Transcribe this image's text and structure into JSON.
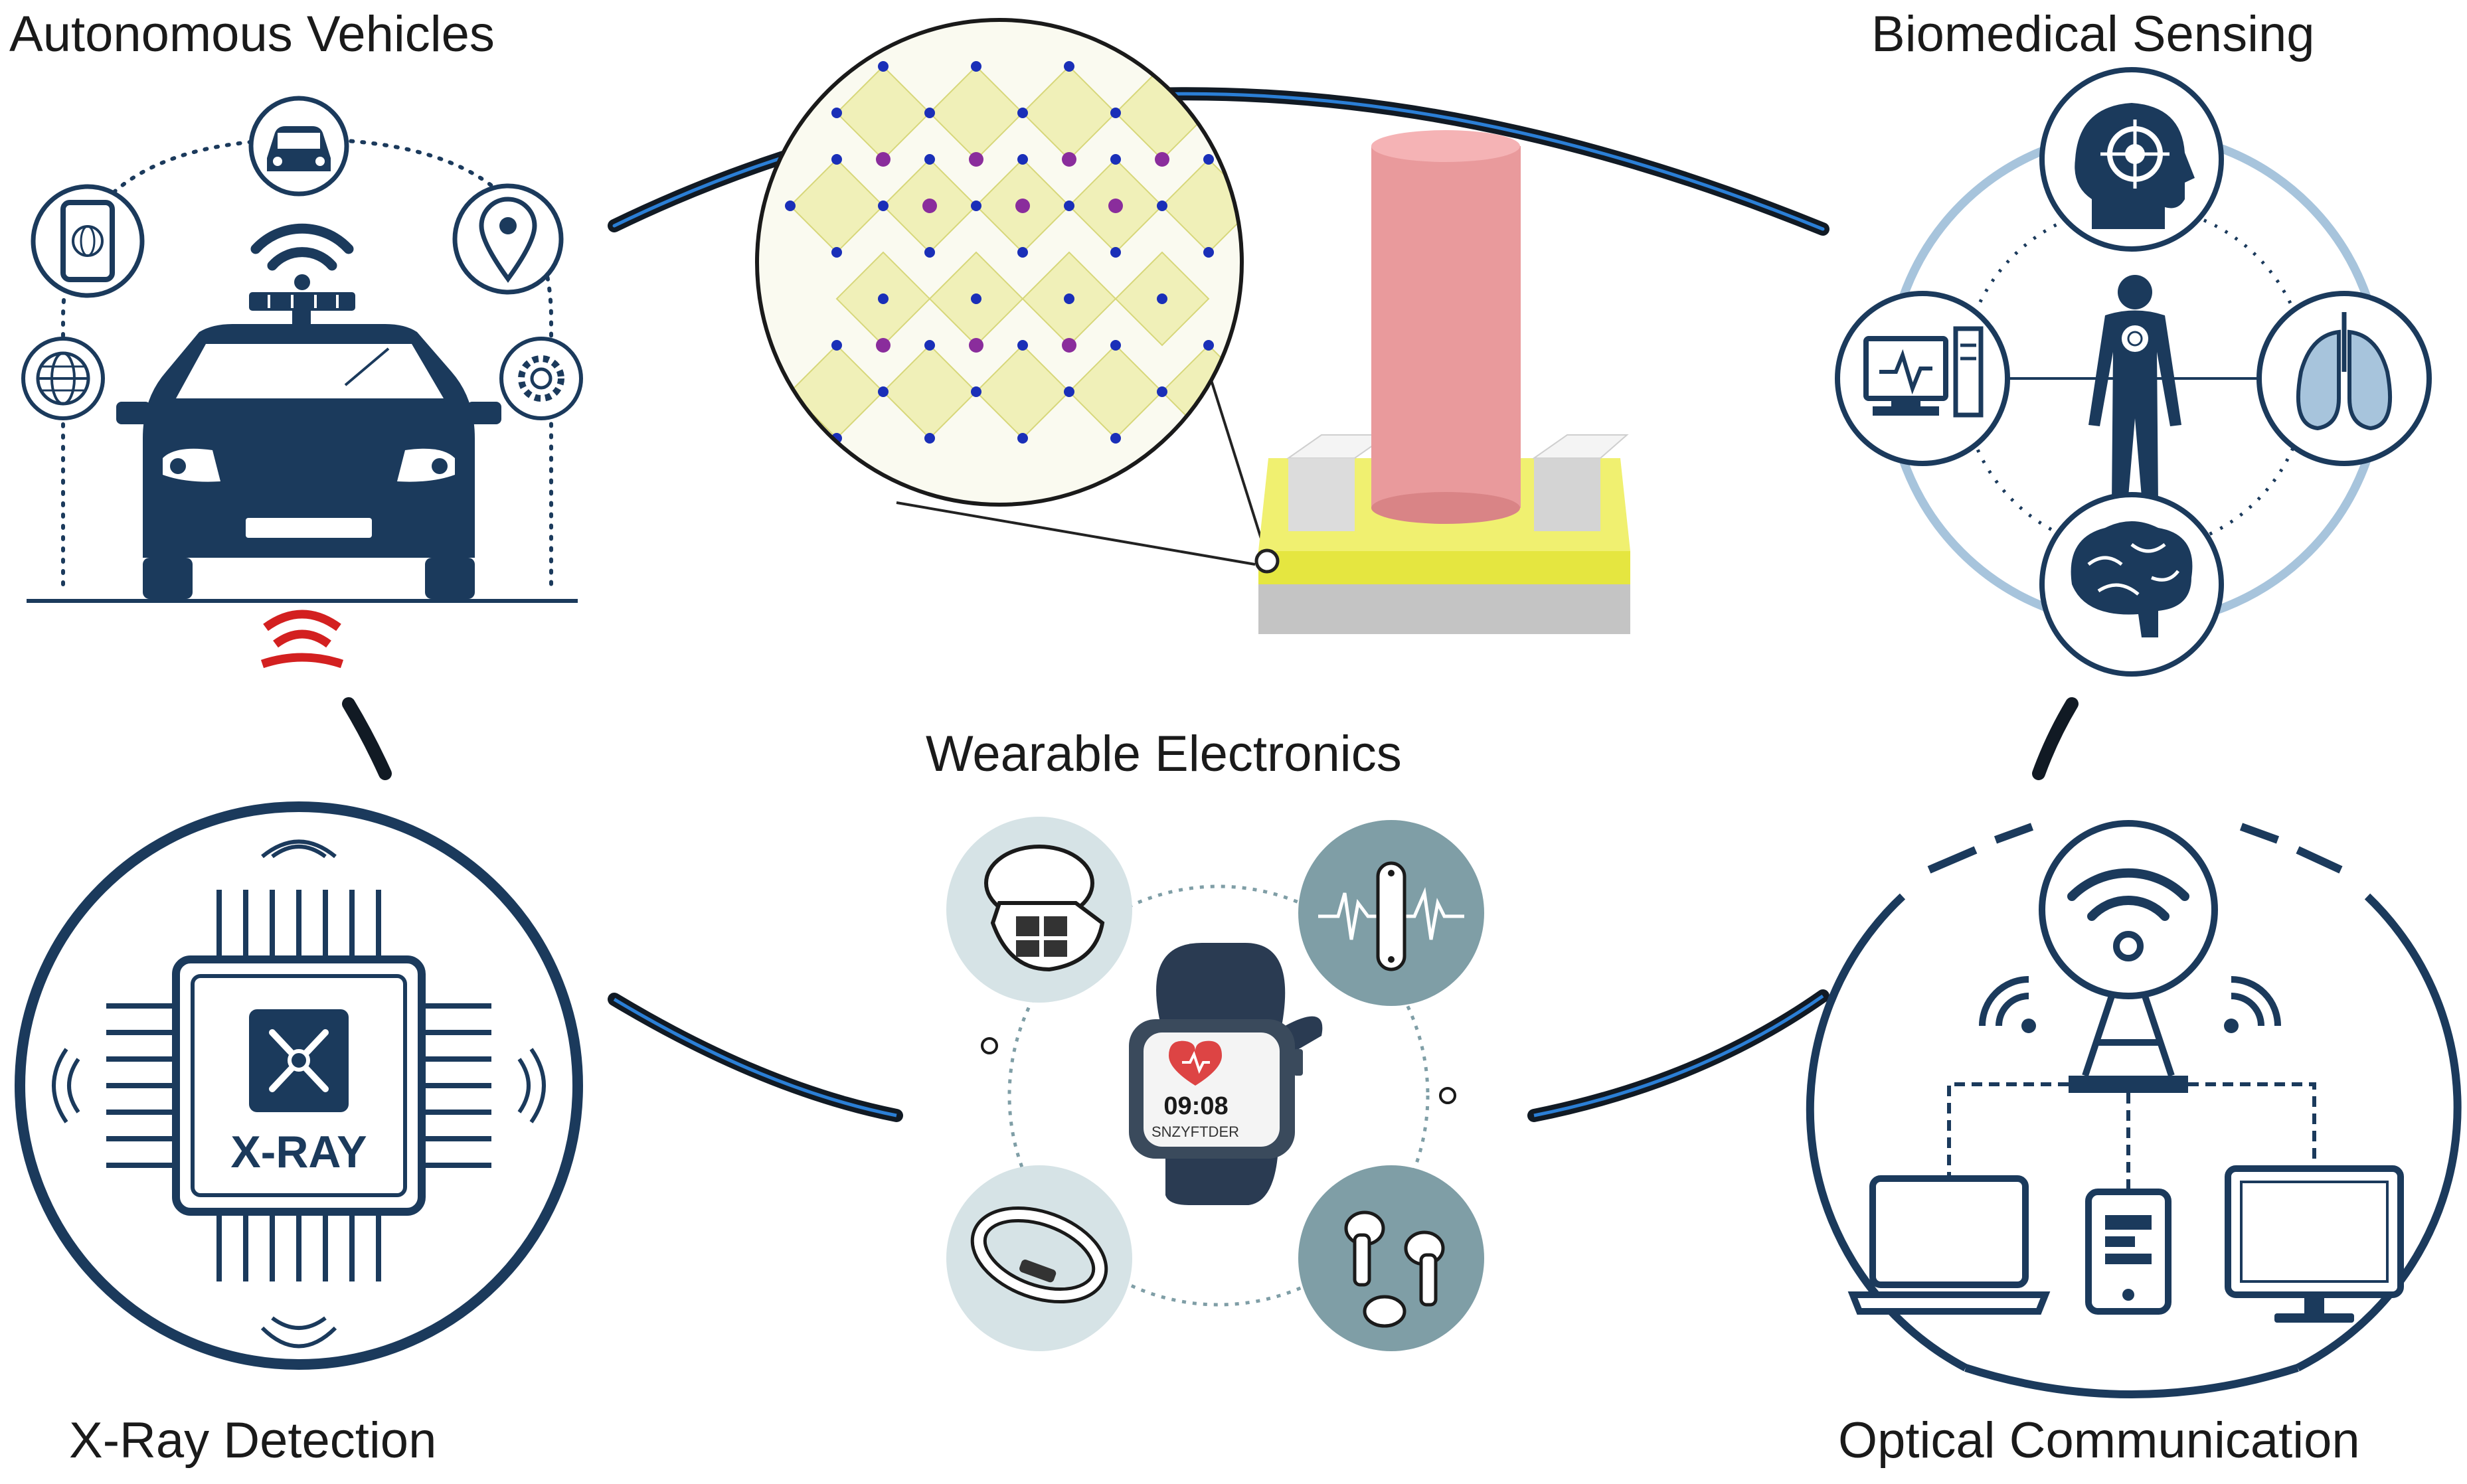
{
  "labels": {
    "autonomous": "Autonomous Vehicles",
    "biomedical": "Biomedical Sensing",
    "wearable": "Wearable Electronics",
    "xray": "X-Ray Detection",
    "optical": "Optical Communication"
  },
  "xray_chip_text": "X-RAY",
  "watch": {
    "time": "09:08",
    "subtext": "SNZYFTDER"
  },
  "colors": {
    "navy": "#1b3a5c",
    "ring": "#111a24",
    "ring_accent": "#2b7fd6",
    "lightblue": "#a7c4dc",
    "teal": "#7f9ea6",
    "pale": "#d6e3e6",
    "crystal": "#e8e88a",
    "atom_blue": "#1a2fb8",
    "atom_purple": "#8a2d9c",
    "pillar": "#e99a9c",
    "substrate": "#e5e640",
    "radar_red": "#d32020"
  },
  "icons": [
    "car-icon",
    "wifi-icon",
    "smartphone-icon",
    "location-pin-icon",
    "globe-icon",
    "gear-icon",
    "head-target-icon",
    "computer-monitor-icon",
    "human-body-icon",
    "lungs-icon",
    "brain-icon",
    "chip-icon",
    "xray-icon",
    "earbud-case-icon",
    "sensor-wave-icon",
    "smartwatch-icon",
    "fitness-band-icon",
    "earbuds-icon",
    "router-icon",
    "laptop-icon",
    "phone-icon",
    "desktop-icon"
  ]
}
